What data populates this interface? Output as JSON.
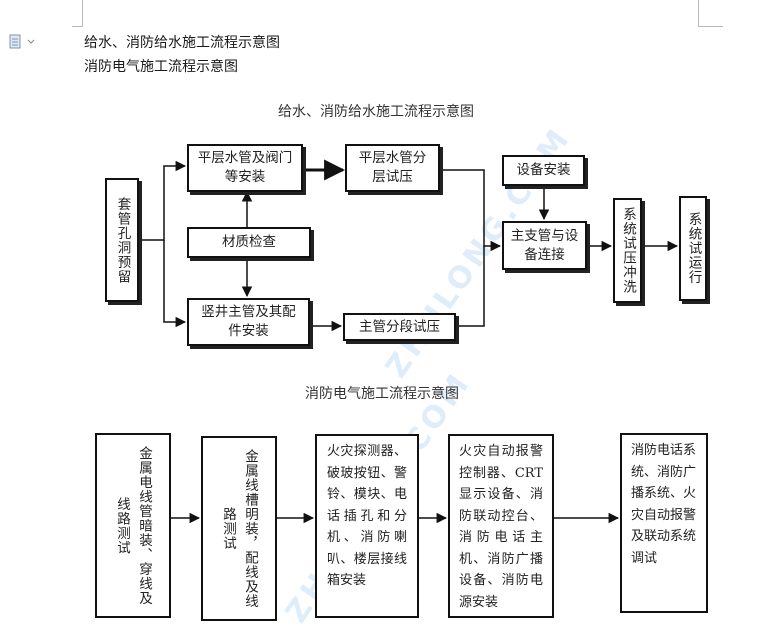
{
  "outline": {
    "items": [
      "给水、消防给水施工流程示意图",
      "消防电气施工流程示意图"
    ]
  },
  "diagram1": {
    "title": "给水、消防给水施工流程示意图",
    "nodes": {
      "sleeve": "套管孔洞预留",
      "horizontal_install": "平层水管及阀门等安装",
      "material_check": "材质检查",
      "vertical_install": "竖井主管及其配件安装",
      "horizontal_test": "平层水管分层试压",
      "main_test": "主管分段试压",
      "equipment_install": "设备安装",
      "connect": "主支管与设备连接",
      "flush": "系统试压冲洗",
      "run": "系统试运行"
    }
  },
  "diagram2": {
    "title": "消防电气施工流程示意图",
    "steps": [
      "金属电线管暗装、穿线及线路测试",
      "金属线槽明装，配线及线路测试",
      "火灾探测器、破玻按钮、警铃、模块、电话插孔和分机、消防喇叭、楼层接线箱安装",
      "火灾自动报警控制器、CRT显示设备、消防联动控台、消防电话主机、消防广播设备、消防电源安装",
      "消防电话系统、消防广播系统、火灾自动报警及联动系统调试"
    ]
  },
  "watermark": "ZHULONG.COM"
}
